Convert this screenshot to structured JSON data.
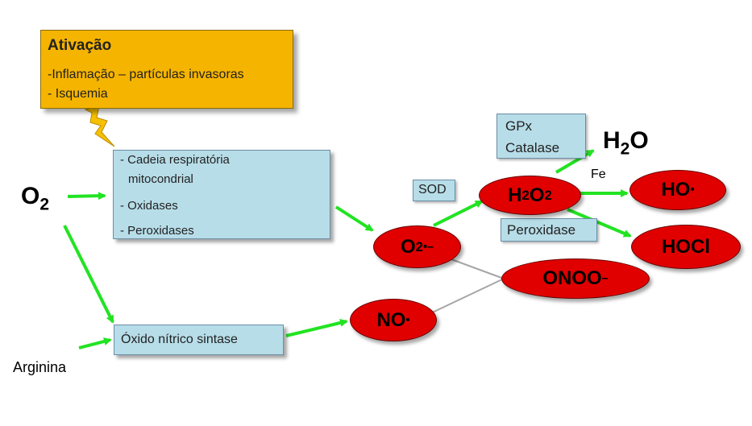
{
  "activation": {
    "title": "Ativação",
    "items": [
      "-Inflamação – partículas invasoras",
      "- Isquemia"
    ]
  },
  "chain_box": {
    "items": [
      "- Cadeia respiratória",
      "mitocondrial",
      "- Oxidases",
      "- Peroxidases"
    ]
  },
  "no_synthase_box": {
    "label": "Óxido nítrico sintase"
  },
  "o2": {
    "base": "O",
    "sub": "2"
  },
  "arginina": "Arginina",
  "sod": "SOD",
  "gpx_box": {
    "lines": [
      "GPx",
      "Catalase"
    ]
  },
  "peroxidase_box": "Peroxidase",
  "fe": "Fe",
  "water": {
    "base": "H",
    "sub": "2",
    "end": "O"
  },
  "superoxide": {
    "base": "O",
    "sub": "2",
    "sup": "•–"
  },
  "h2o2": {
    "a": "H",
    "sub1": "2",
    "b": "O",
    "sub2": "2"
  },
  "hydroxyl": {
    "base": "HO",
    "sup": "•"
  },
  "hocl": "HOCl",
  "peroxynitrite": {
    "base": "ONOO",
    "sup": "–"
  },
  "nitric_oxide": {
    "base": "NO",
    "sup": "•"
  },
  "colors": {
    "arrow": "#22e322",
    "connector": "#a6a6a6",
    "ellipse": "#e00000",
    "box": "#b7dde8",
    "activation": "#f5b400"
  }
}
